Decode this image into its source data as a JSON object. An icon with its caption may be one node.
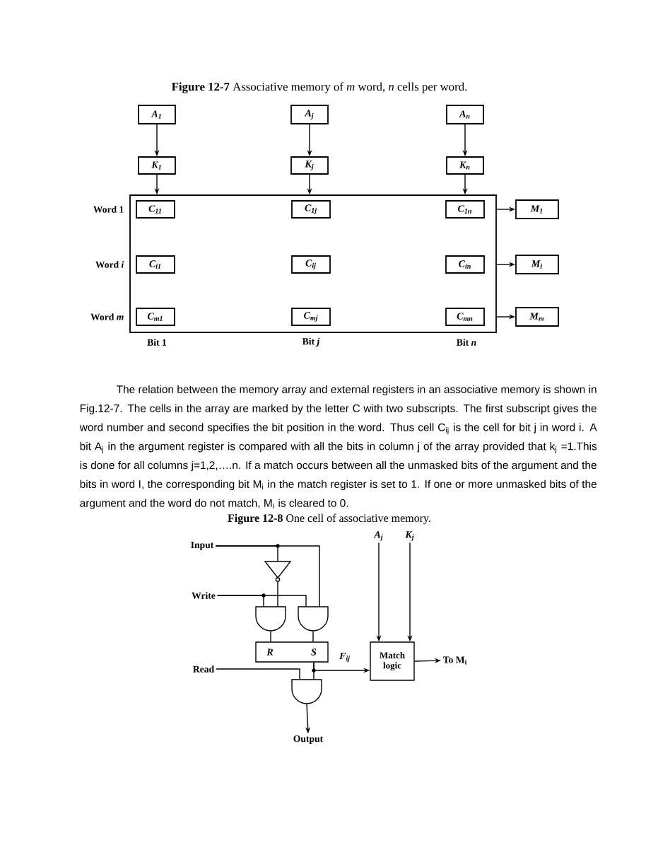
{
  "diagram": {
    "title": "**Figure 12-7** Associative memory of *m* word, *n* cells per word.",
    "nodes": [
      {
        "text": [
          "A$_{1}$"
        ]
      },
      {
        "text": [
          "A$_{j}$"
        ]
      },
      {
        "text": [
          "A$_{n}$"
        ]
      },
      {
        "text": [
          "K$_{1}$"
        ]
      },
      {
        "text": [
          "K$_{j}$"
        ]
      },
      {
        "text": [
          "K$_{n}$"
        ]
      },
      {
        "text": [],
        "shape": "box"
      },
      {
        "text": [
          "C$_{11}$"
        ],
        "in": 6
      },
      {
        "text": [
          "C$_{1j}$"
        ],
        "in": 6
      },
      {
        "text": [
          "C$_{1n}$"
        ],
        "in": 6
      },
      {
        "text": [
          "C$_{i1}$"
        ],
        "in": 6
      },
      {
        "text": [
          "C$_{ij}$"
        ],
        "in": 6
      },
      {
        "text": [
          "C$_{in}$"
        ],
        "in": 6
      },
      {
        "text": [
          "C$_{m1}$"
        ],
        "in": 6
      },
      {
        "text": [
          "C$_{mj}$"
        ],
        "in": 6
      },
      {
        "text": [
          "C$_{mn}$"
        ],
        "in": 6
      },
      {
        "text": [
          "M$_{1}$"
        ]
      },
      {
        "text": [
          "M$_{i}$"
        ]
      },
      {
        "text": [
          "M$_{m}$"
        ]
      },
      {
        "text": [
          "Input"
        ]
      },
      {
        "text": [
          "Write"
        ]
      },
      {
        "text": [
          "Read"
        ]
      },
      {
        "text": [],
        "shape": "triangle"
      },
      {
        "text": [],
        "shape": "gate"
      },
      {
        "text": [],
        "shape": "gate"
      },
      {
        "text": [
          "R",
          "S"
        ]
      },
      {
        "text": [],
        "shape": "gate"
      },
      {
        "text": [
          "Output"
        ]
      },
      {
        "text": [
          "A$_{j}$"
        ]
      },
      {
        "text": [
          "K$_{j}$"
        ]
      },
      {
        "text": [
          "Match logic"
        ]
      },
      {
        "text": [
          "To M$_{i}$"
        ]
      }
    ],
    "edges": [
      {
        "from": 0,
        "to": 3,
        "arrow": "to"
      },
      {
        "from": 1,
        "to": 4,
        "arrow": "to"
      },
      {
        "from": 2,
        "to": 5,
        "arrow": "to"
      },
      {
        "from": 3,
        "to": 6,
        "arrow": "to"
      },
      {
        "from": 4,
        "to": 6,
        "arrow": "to"
      },
      {
        "from": 5,
        "to": 6,
        "arrow": "to"
      },
      {
        "from": 6,
        "to": 16,
        "arrow": "to"
      },
      {
        "from": 6,
        "to": 17,
        "arrow": "to"
      },
      {
        "from": 6,
        "to": 18,
        "arrow": "to"
      },
      {
        "from": 19,
        "to": 22,
        "arrow": "none"
      },
      {
        "from": 19,
        "to": 24,
        "arrow": "none"
      },
      {
        "from": 20,
        "to": 23,
        "arrow": "none"
      },
      {
        "from": 20,
        "to": 24,
        "arrow": "none"
      },
      {
        "from": 22,
        "to": 23,
        "arrow": "none"
      },
      {
        "from": 23,
        "to": 25,
        "arrow": "none"
      },
      {
        "from": 24,
        "to": 25,
        "arrow": "none"
      },
      {
        "from": 25,
        "to": 26,
        "arrow": "none"
      },
      {
        "from": 25,
        "to": 30,
        "arrow": "to",
        "label": "F$_{ij}$"
      },
      {
        "from": 21,
        "to": 26,
        "arrow": "none"
      },
      {
        "from": 26,
        "to": 27,
        "arrow": "to"
      },
      {
        "from": 28,
        "to": 30,
        "arrow": "to"
      },
      {
        "from": 29,
        "to": 30,
        "arrow": "to"
      },
      {
        "from": 30,
        "to": 31,
        "arrow": "to"
      }
    ],
    "labels": [
      "Word 1",
      "Word *i*",
      "Word *m*",
      "Bit 1",
      "Bit *j*",
      "Bit *n*",
      "The relation between the memory array and external registers in an associative memory is shown in Fig.12-7. The cells in the array are marked by the letter C with two subscripts. The first subscript gives the word number and second specifies the bit position in the word. Thus cell C$_{ij}$ is the cell for bit j in word i. A bit A$_{j}$ in the argument register is compared with all the bits in column j of the array provided that k$_{j}$ =1.This is done for all columns j=1,2,….n. If a match occurs between all the unmasked bits of the argument and the bits in word I, the corresponding bit M$_{i}$ in the match register is set to 1. If one or more unmasked bits of the argument and the word do not match, M$_{i}$ is cleared to 0.",
      "**Figure 12-8** One cell of associative memory."
    ]
  }
}
